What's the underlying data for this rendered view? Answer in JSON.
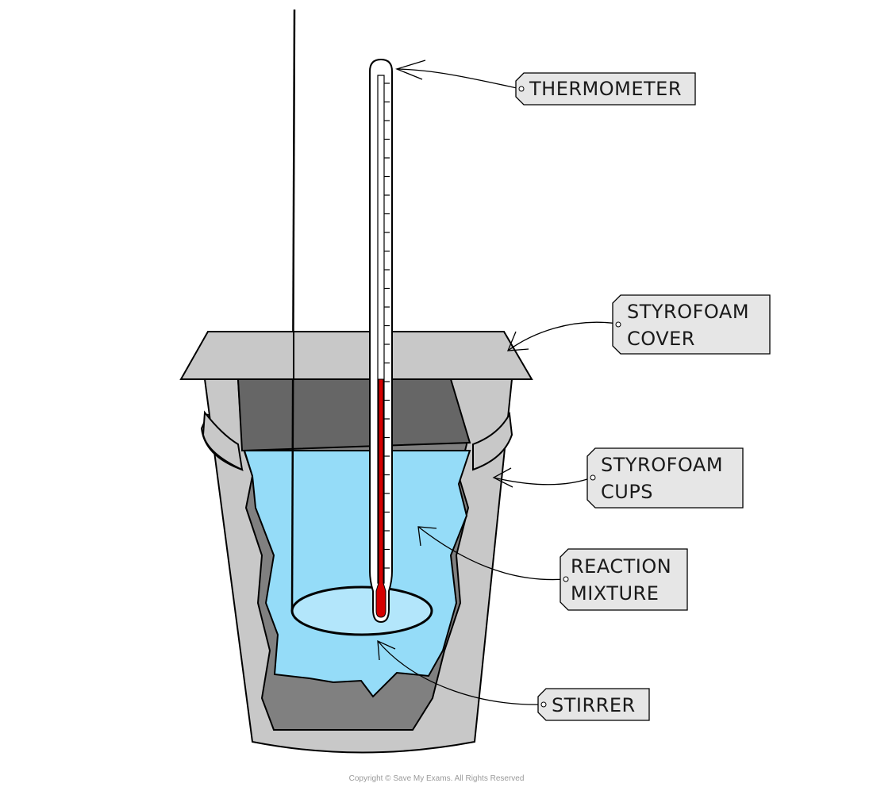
{
  "labels": {
    "thermometer": "THERMOMETER",
    "cover_line1": "STYROFOAM",
    "cover_line2": "COVER",
    "cups_line1": "STYROFOAM",
    "cups_line2": "CUPS",
    "mixture_line1": "REACTION",
    "mixture_line2": "MIXTURE",
    "stirrer": "STIRRER"
  },
  "copyright": "Copyright © Save My Exams. All Rights Reserved",
  "colors": {
    "cup_light": "#c8c8c8",
    "cup_dark": "#808080",
    "cup_darker": "#666666",
    "liquid": "#95dcf8",
    "liquid_light": "#b3e6fb",
    "mercury": "#d40000",
    "tag_fill": "#e6e6e6",
    "outline": "#000000"
  }
}
